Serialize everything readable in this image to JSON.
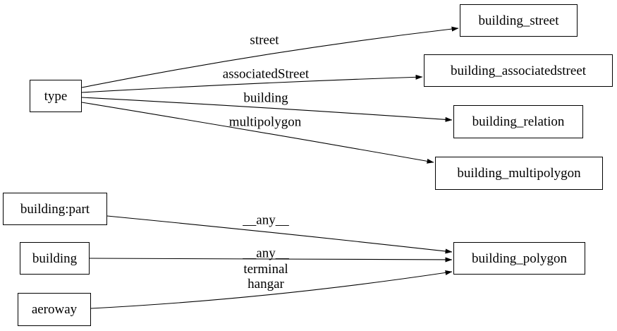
{
  "diagram": {
    "background_color": "#ffffff",
    "stroke_color": "#000000",
    "text_color": "#000000",
    "nodes": [
      {
        "id": "type",
        "label": "type"
      },
      {
        "id": "building_street",
        "label": "building_street"
      },
      {
        "id": "building_associatedstreet",
        "label": "building_associatedstreet"
      },
      {
        "id": "building_relation",
        "label": "building_relation"
      },
      {
        "id": "building_multipolygon",
        "label": "building_multipolygon"
      },
      {
        "id": "building:part",
        "label": "building:part"
      },
      {
        "id": "building",
        "label": "building"
      },
      {
        "id": "aeroway",
        "label": "aeroway"
      },
      {
        "id": "building_polygon",
        "label": "building_polygon"
      }
    ],
    "edges": [
      {
        "from": "type",
        "to": "building_street",
        "label": "street"
      },
      {
        "from": "type",
        "to": "building_associatedstreet",
        "label": "associatedStreet"
      },
      {
        "from": "type",
        "to": "building_relation",
        "label": "building"
      },
      {
        "from": "type",
        "to": "building_multipolygon",
        "label": "multipolygon"
      },
      {
        "from": "building:part",
        "to": "building_polygon",
        "label": "__any__"
      },
      {
        "from": "building",
        "to": "building_polygon",
        "label": "__any__"
      },
      {
        "from": "aeroway",
        "to": "building_polygon",
        "label": "terminal\nhangar"
      }
    ]
  }
}
